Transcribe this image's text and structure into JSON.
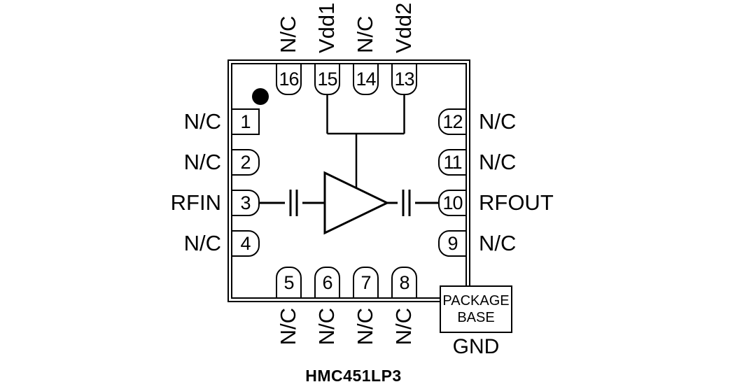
{
  "title": "HMC451LP3",
  "package_base": {
    "line1": "PACKAGE",
    "line2": "BASE",
    "gnd_label": "GND"
  },
  "pins": {
    "top": [
      {
        "num": "16",
        "label": "N/C"
      },
      {
        "num": "15",
        "label": "Vdd1"
      },
      {
        "num": "14",
        "label": "N/C"
      },
      {
        "num": "13",
        "label": "Vdd2"
      }
    ],
    "left": [
      {
        "num": "1",
        "label": "N/C"
      },
      {
        "num": "2",
        "label": "N/C"
      },
      {
        "num": "3",
        "label": "RFIN"
      },
      {
        "num": "4",
        "label": "N/C"
      }
    ],
    "right": [
      {
        "num": "12",
        "label": "N/C"
      },
      {
        "num": "11",
        "label": "N/C"
      },
      {
        "num": "10",
        "label": "RFOUT"
      },
      {
        "num": "9",
        "label": "N/C"
      }
    ],
    "bottom": [
      {
        "num": "5",
        "label": "N/C"
      },
      {
        "num": "6",
        "label": "N/C"
      },
      {
        "num": "7",
        "label": "N/C"
      },
      {
        "num": "8",
        "label": "N/C"
      }
    ]
  },
  "colors": {
    "line": "#000000",
    "background": "#ffffff"
  }
}
